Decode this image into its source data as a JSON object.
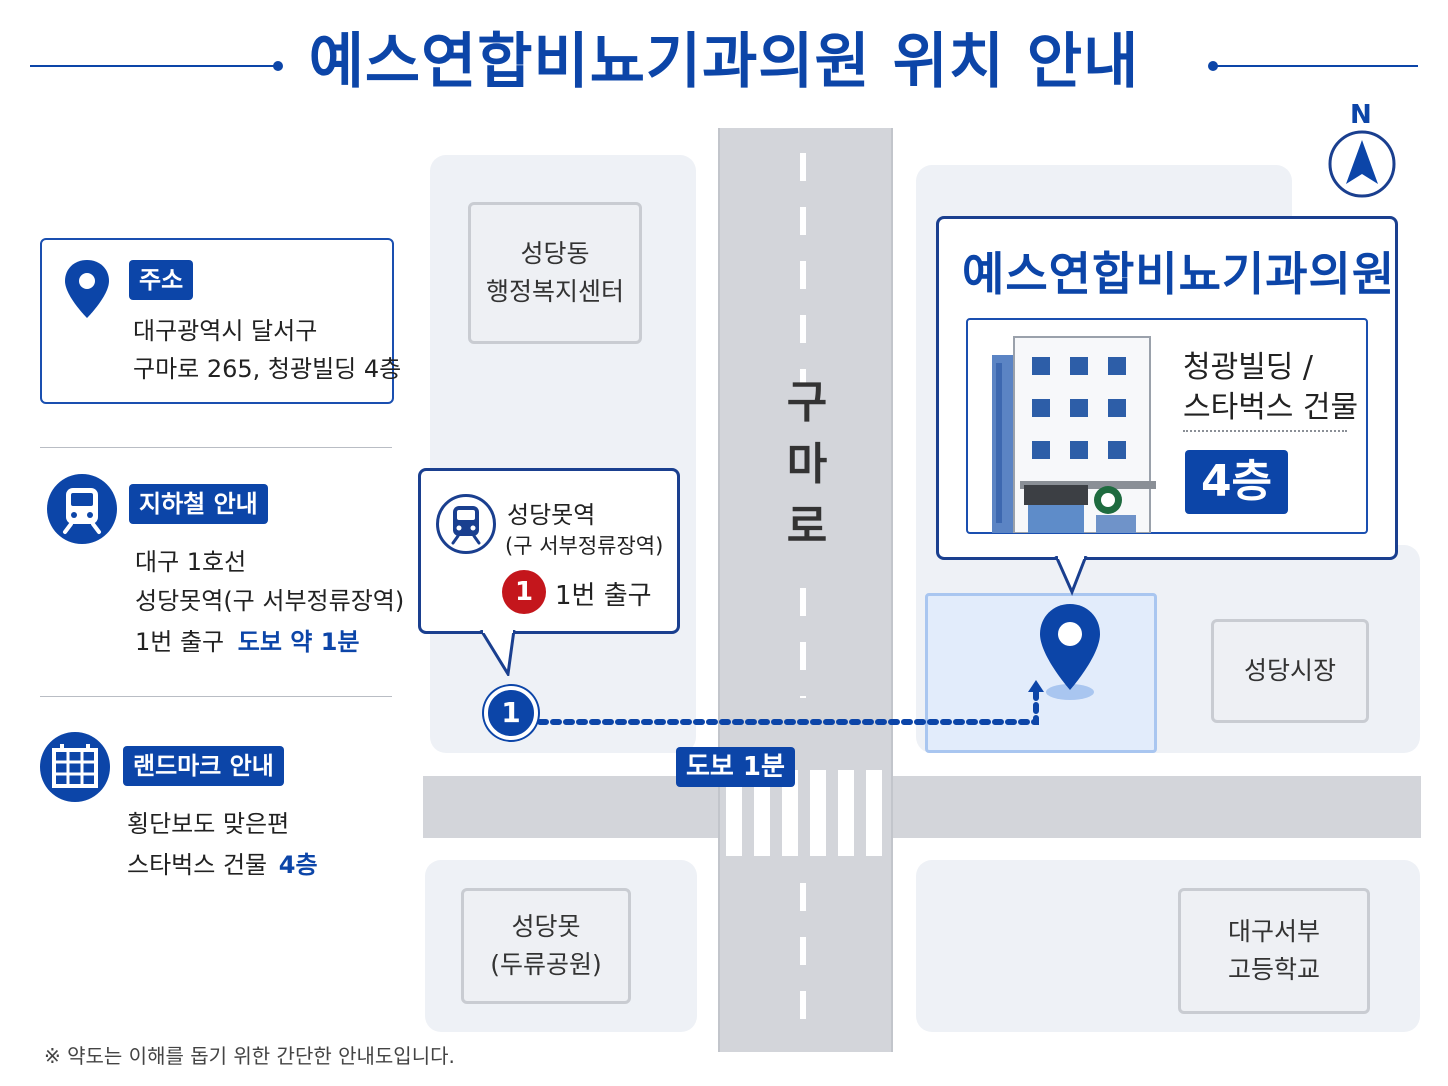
{
  "title": "예스연합비뇨기과의원 위치 안내",
  "colors": {
    "brand": "#0c45a8",
    "road": "#d3d5da",
    "block": "#eef1f6",
    "exit_red": "#c4161c"
  },
  "icons": [
    "location-pin-icon",
    "subway-train-icon",
    "building-grid-icon",
    "north-arrow-icon",
    "exit-number-icon",
    "starbucks-logo-icon"
  ],
  "address": {
    "tag": "주소",
    "line1": "대구광역시 달서구",
    "line2": "구마로 265, 청광빌딩 4층"
  },
  "subway": {
    "tag": "지하철 안내",
    "line1": "대구 1호선",
    "line2": "성당못역(구 서부정류장역)",
    "line3_prefix": "1번 출구",
    "line3_highlight": "도보 약 1분"
  },
  "landmark": {
    "tag": "랜드마크 안내",
    "line1": "횡단보도 맞은편",
    "line2_prefix": "스타벅스 건물",
    "line2_highlight": "4층"
  },
  "map": {
    "compass": "N",
    "road_name": [
      "구",
      "마",
      "로"
    ],
    "landmarks": {
      "community_center": [
        "성당동",
        "행정복지센터"
      ],
      "market": "성당시장",
      "park": [
        "성당못",
        "(두류공원)"
      ],
      "school": [
        "대구서부",
        "고등학교"
      ]
    },
    "station_callout": {
      "name": "성당못역",
      "sub": "(구 서부정류장역)",
      "exit_number": "1",
      "exit_label": "1번 출구"
    },
    "exit_marker": "1",
    "walk_label": "도보 1분",
    "clinic_callout": {
      "name": "예스연합비뇨기과의원",
      "building_line1": "청광빌딩 /",
      "building_line2": "스타벅스 건물",
      "floor": "4층"
    }
  },
  "footnote": "※ 약도는 이해를 돕기 위한 간단한 안내도입니다."
}
